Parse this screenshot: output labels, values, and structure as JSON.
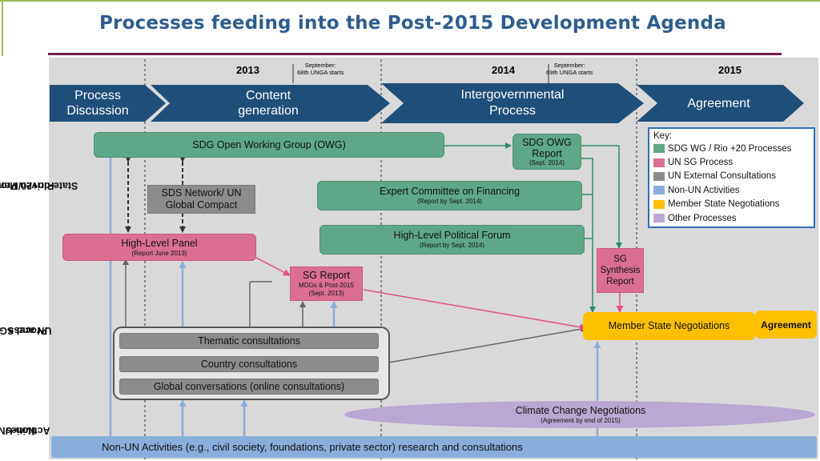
{
  "title": "Processes feeding into the Post-2015 Development Agenda",
  "years": {
    "y2013": "2013",
    "y2014": "2014",
    "y2015": "2015"
  },
  "unga": {
    "first": {
      "line1": "September:",
      "line2": "68th UNGA starts"
    },
    "second": {
      "line1": "September:",
      "line2": "69th UNGA starts"
    }
  },
  "phases": [
    {
      "line1": "Process",
      "line2": "Discussion"
    },
    {
      "line1": "Content",
      "line2": "generation"
    },
    {
      "line1": "Intergovernmental",
      "line2": "Process"
    },
    {
      "line1": "Agreement",
      "line2": ""
    }
  ],
  "row_labels": {
    "rio": {
      "line1": "Rio+20/Member",
      "line2": "State-driven Process"
    },
    "un": {
      "line1": "UN and SG-led",
      "line2": "Process"
    },
    "nonun": {
      "line1": "Non-UN",
      "line2": "Activities"
    }
  },
  "boxes": {
    "owg": "SDG Open Working Group (OWG)",
    "owg_report": {
      "line1": "SDG OWG",
      "line2": "Report",
      "sub": "(Sept. 2014)"
    },
    "sds": {
      "line1": "SDS Network/ UN",
      "line2": "Global Compact"
    },
    "ecf": {
      "main": "Expert Committee on Financing",
      "sub": "(Report by Sept. 2014)"
    },
    "hlpf": {
      "main": "High-Level Political Forum",
      "sub": "(Report by Sept. 2014)"
    },
    "hlp": {
      "main": "High-Level Panel",
      "sub": "(Report June 2013)"
    },
    "sg_report": {
      "main": "SG Report",
      "sub1": "MDGs & Post-2015",
      "sub2": "(Sept. 2013)"
    },
    "sg_synthesis": {
      "line1": "SG",
      "line2": "Synthesis",
      "line3": "Report"
    },
    "msn": "Member State Negotiations",
    "agreement": "Agreement",
    "thematic": "Thematic consultations",
    "country": "Country consultations",
    "global": "Global conversations (online consultations)",
    "climate": {
      "main": "Climate Change Negotiations",
      "sub": "(Agreement by end of 2015)"
    },
    "nonun_bar": "Non-UN Activities (e.g., civil society, foundations, private sector) research and consultations"
  },
  "key": {
    "title": "Key:",
    "items": [
      {
        "label": "SDG WG / Rio +20 Processes",
        "color": "#5fa789"
      },
      {
        "label": "UN SG Process",
        "color": "#db6f92"
      },
      {
        "label": "UN External Consultations",
        "color": "#8c8c8c"
      },
      {
        "label": "Non-UN Activities",
        "color": "#8aaedb"
      },
      {
        "label": "Member State Negotiations",
        "color": "#ffc000"
      },
      {
        "label": "Other Processes",
        "color": "#b9a7d4"
      }
    ]
  },
  "colors": {
    "chevron": "#1f4e79",
    "green": "#5fa789",
    "pink": "#db6f92",
    "gray": "#8c8c8c",
    "blue": "#8aaedb",
    "yellow": "#ffc000",
    "purple": "#b9a7d4"
  }
}
